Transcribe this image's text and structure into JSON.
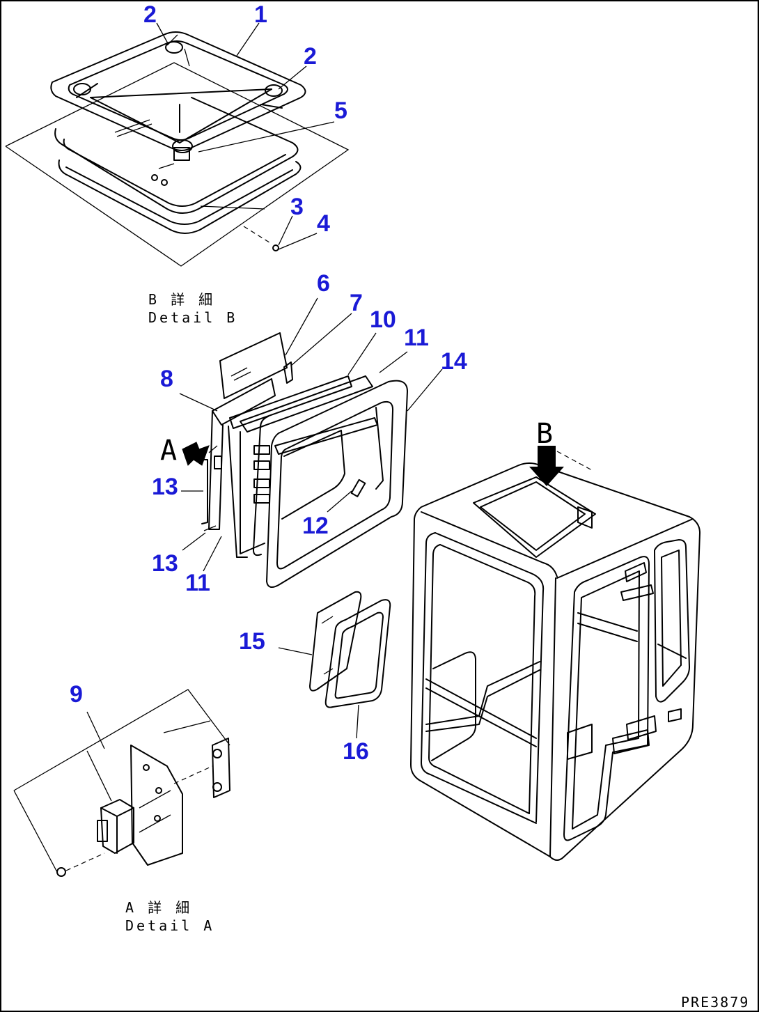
{
  "callouts": [
    "1",
    "2",
    "2",
    "5",
    "3",
    "4",
    "6",
    "7",
    "10",
    "11",
    "14",
    "8",
    "13",
    "12",
    "13",
    "11",
    "15",
    "16",
    "9"
  ],
  "view_letters": {
    "a": "A",
    "b": "B"
  },
  "captions": {
    "detail_b_jp": "B 詳 細",
    "detail_b_en": "Detail B",
    "detail_a_jp": "A 詳 細",
    "detail_a_en": "Detail A"
  },
  "drawing_code": "PRE3879",
  "colors": {
    "callout": "#1a1ad6",
    "line": "#000000"
  }
}
